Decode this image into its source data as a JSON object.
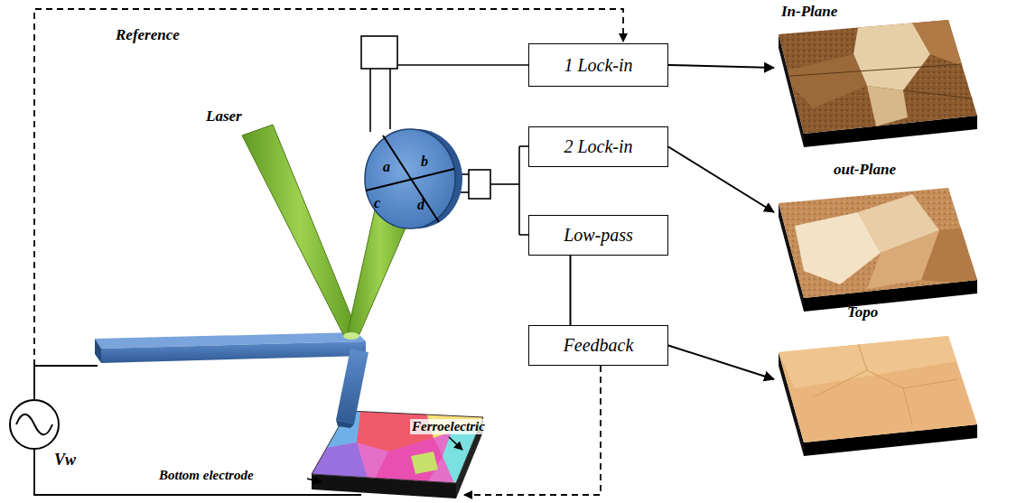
{
  "diagram": {
    "nodes": [
      {
        "text": [
          "1 Lock-in"
        ]
      },
      {
        "text": [
          "2 Lock-in"
        ]
      },
      {
        "text": [
          "Low-pass"
        ]
      },
      {
        "text": [
          "Feedback"
        ]
      },
      {
        "text": [
          "In-Plane"
        ]
      },
      {
        "text": [
          "out-Plane"
        ]
      },
      {
        "text": [
          "Topo"
        ]
      }
    ],
    "edges": [
      {
        "from": 0,
        "to": 4,
        "arrow": "to"
      },
      {
        "from": 1,
        "to": 5,
        "arrow": "to"
      },
      {
        "from": 2,
        "to": 3,
        "arrow": "none"
      },
      {
        "from": 3,
        "to": 6,
        "arrow": "to"
      }
    ],
    "labels": [
      "Reference",
      "Laser",
      "a",
      "b",
      "c",
      "d",
      "Ferroelectric",
      "Bottom electrode",
      "Vw"
    ]
  }
}
